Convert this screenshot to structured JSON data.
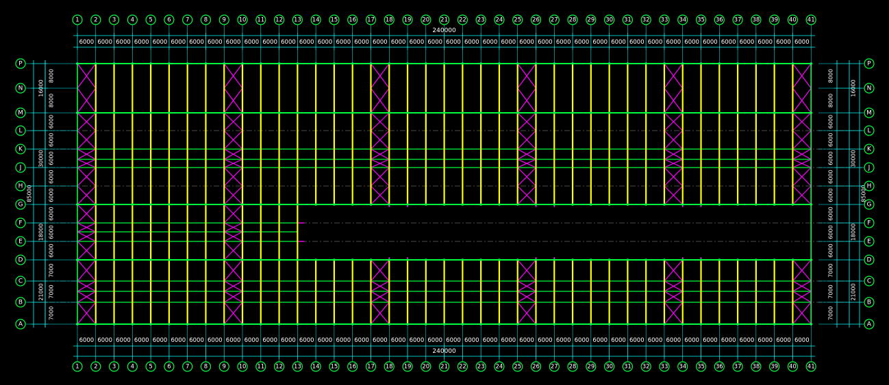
{
  "column_labels": [
    "1",
    "2",
    "3",
    "4",
    "5",
    "6",
    "7",
    "8",
    "9",
    "10",
    "11",
    "12",
    "13",
    "14",
    "15",
    "16",
    "17",
    "18",
    "19",
    "20",
    "21",
    "22",
    "23",
    "24",
    "25",
    "26",
    "27",
    "28",
    "29",
    "30",
    "31",
    "32",
    "33",
    "34",
    "35",
    "36",
    "37",
    "38",
    "39",
    "40",
    "41"
  ],
  "row_labels": [
    "P",
    "N",
    "M",
    "L",
    "K",
    "J",
    "H",
    "G",
    "F",
    "E",
    "D",
    "C",
    "B",
    "A"
  ],
  "bay_dimension": "6000",
  "total_length": "240000",
  "right_spans": [
    {
      "label": "8000"
    },
    {
      "label": "8000"
    },
    {
      "label": "6000"
    },
    {
      "label": "6000"
    },
    {
      "label": "6000"
    },
    {
      "label": "6000"
    },
    {
      "label": "6000"
    },
    {
      "label": "6000"
    },
    {
      "label": "6000"
    },
    {
      "label": "6000"
    },
    {
      "label": "7000"
    },
    {
      "label": "7000"
    },
    {
      "label": "7000"
    }
  ],
  "right_groups": [
    {
      "label": "16000"
    },
    {
      "label": "30000"
    },
    {
      "label": "18000"
    },
    {
      "label": "21000"
    }
  ],
  "overall_width": "85000",
  "colors": {
    "background": "#000000",
    "beam": "#00ff3c",
    "column": "#ffff00",
    "bracing": "#ff00ff",
    "dimension": "#00ffff",
    "grid_bubble": "#00ff3c",
    "text": "#ffffff",
    "axis_dash": "#9a9a9a"
  },
  "bracing_column_pairs": [
    [
      1,
      2
    ],
    [
      9,
      10
    ],
    [
      17,
      18
    ],
    [
      25,
      26
    ],
    [
      33,
      34
    ],
    [
      40,
      41
    ]
  ]
}
